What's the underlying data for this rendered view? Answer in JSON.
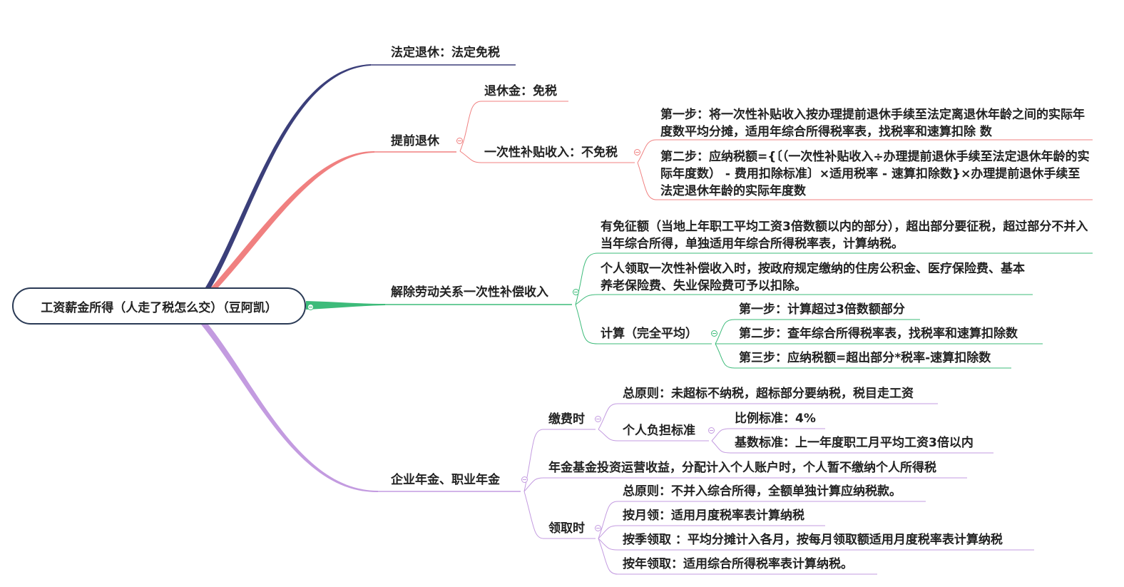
{
  "root": {
    "label": "工资薪金所得（人走了税怎么交）（豆阿凯）"
  },
  "colors": {
    "branch1": "#3b3f7a",
    "branch2": "#f08080",
    "branch3": "#3dbb7a",
    "branch4": "#c39be0"
  },
  "branches": {
    "legal_retire": {
      "label": "法定退休：法定免税"
    },
    "early_retire": {
      "label": "提前退休",
      "pension": "退休金：免税",
      "lump_sum": "一次性补贴收入：不免税",
      "step1": "第一步：将一次性补贴收入按办理提前退休手续至法定离退休年龄之间的实际年度数平均分摊，适用年综合所得税率表，找税率和速算扣除 数",
      "step2": "第二步：应纳税额={〔（一次性补贴收入÷办理提前退休手续至法定退休年龄的实际年度数） - 费用扣除标准〕×适用税率 - 速算扣除数}×办理提前退休手续至法定退休年龄的实际年度数"
    },
    "termination": {
      "label": "解除劳动关系一次性补偿收入",
      "exempt": "有免征额（当地上年职工平均工资3倍数额以内的部分），超出部分要征税，超过部分不并入当年综合所得，单独适用年综合所得税率表，计算纳税。",
      "deduct": "个人领取一次性补偿收入时，按政府规定缴纳的住房公积金、医疗保险费、基本养老保险费、失业保险费可予以扣除。",
      "calc": "计算（完全平均）",
      "calc_step1": "第一步：计算超过3倍数额部分",
      "calc_step2": "第二步：查年综合所得税率表，找税率和速算扣除数",
      "calc_step3": "第三步：应纳税额=超出部分*税率-速算扣除数"
    },
    "annuity": {
      "label": "企业年金、职业年金",
      "pay": "缴费时",
      "pay_principle": "总原则：未超标不纳税，超标部分要纳税，税目走工资",
      "personal": "个人负担标准",
      "ratio": "比例标准：4%",
      "base": "基数标准：上一年度职工月平均工资3倍以内",
      "invest": "年金基金投资运营收益，分配计入个人账户时，个人暂不缴纳个人所得税",
      "receive": "领取时",
      "recv_principle": "总原则：不并入综合所得，全额单独计算应纳税款。",
      "monthly": "按月领：适用月度税率表计算纳税",
      "quarterly": "按季领取 ：平均分摊计入各月，按每月领取额适用月度税率表计算纳税",
      "yearly": "按年领取：适用综合所得税率表计算纳税。"
    }
  }
}
